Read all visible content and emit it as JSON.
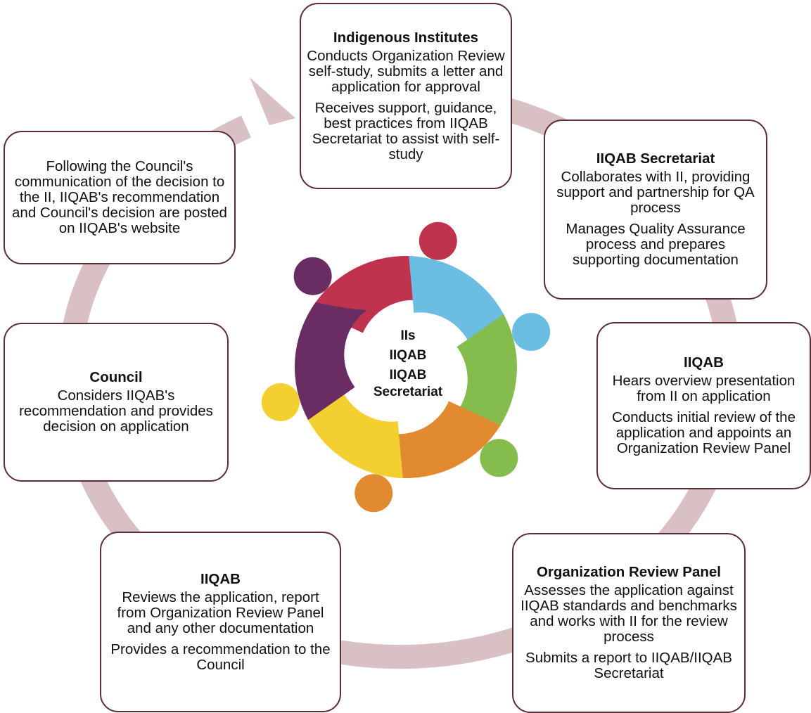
{
  "colors": {
    "ring": "#d9c0c5",
    "border": "#5b2e34",
    "figures": [
      "#c0334f",
      "#6cbde2",
      "#84bd4d",
      "#e18a30",
      "#f3cf30",
      "#6a2d63"
    ]
  },
  "center": {
    "lines": [
      "IIs",
      "IIQAB",
      "IIQAB Secretariat"
    ],
    "figure_icons": [
      "people-circle-icon"
    ]
  },
  "steps": [
    {
      "title": "Indigenous Institutes",
      "paragraphs": [
        "Conducts Organization Review self-study, submits a letter and application for approval",
        "Receives support, guidance, best practices from IIQAB Secretariat to assist with self-study"
      ]
    },
    {
      "title": "IIQAB Secretariat",
      "paragraphs": [
        "Collaborates with II, providing support and partnership for QA process",
        "Manages Quality Assurance process and prepares supporting documentation"
      ]
    },
    {
      "title": "IIQAB",
      "paragraphs": [
        "Hears overview presentation from II on application",
        "Conducts initial review of the application and appoints an Organization Review Panel"
      ]
    },
    {
      "title": "Organization Review Panel",
      "paragraphs": [
        "Assesses the application against IIQAB standards and benchmarks and works with II for the review process",
        "Submits a report to IIQAB/IIQAB Secretariat"
      ]
    },
    {
      "title": "IIQAB",
      "paragraphs": [
        "Reviews the application, report from Organization Review Panel and any other documentation",
        "Provides a recommendation to the Council"
      ]
    },
    {
      "title": "Council",
      "paragraphs": [
        "Considers IIQAB's recommendation and provides decision on application"
      ]
    },
    {
      "title": "",
      "paragraphs": [
        "Following the Council's communication of the decision to the II, IIQAB's recommendation and Council's decision are posted on IIQAB's website"
      ]
    }
  ]
}
